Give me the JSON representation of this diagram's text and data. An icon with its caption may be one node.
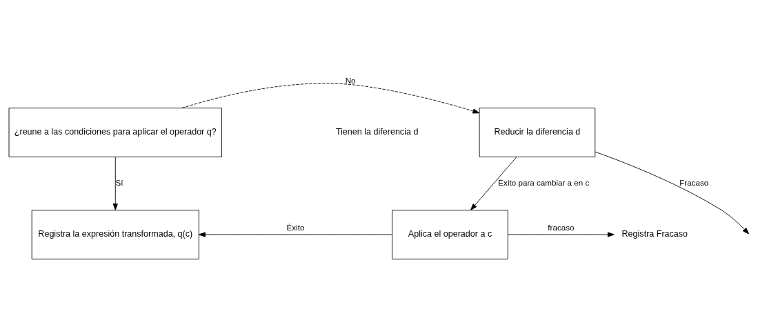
{
  "diagram": {
    "nodes": [
      {
        "text": [
          "¿reune a las condiciones para aplicar el operador q?"
        ]
      },
      {
        "text": [
          "Reducir la diferencia d"
        ]
      },
      {
        "text": [
          "Registra la expresión transformada, q(c)"
        ]
      },
      {
        "text": [
          "Aplica el operador a c"
        ]
      },
      {
        "text": [
          "Registra Fracaso"
        ]
      }
    ],
    "edges": [
      {
        "from": 0,
        "to": 1,
        "arrow": "to",
        "label": "No",
        "style": "dashed"
      },
      {
        "from": 0,
        "to": 2,
        "arrow": "to",
        "label": "Sí"
      },
      {
        "from": 1,
        "to": 3,
        "arrow": "to",
        "label": "Éxito para cambiar a en c"
      },
      {
        "from": 1,
        "to": null,
        "arrow": "to",
        "label": "Fracaso"
      },
      {
        "from": 3,
        "to": 2,
        "arrow": "to",
        "label": "Éxito"
      },
      {
        "from": 3,
        "to": 4,
        "arrow": "to",
        "label": "fracaso"
      }
    ],
    "labels": [
      "Tienen la diferencia d"
    ]
  }
}
